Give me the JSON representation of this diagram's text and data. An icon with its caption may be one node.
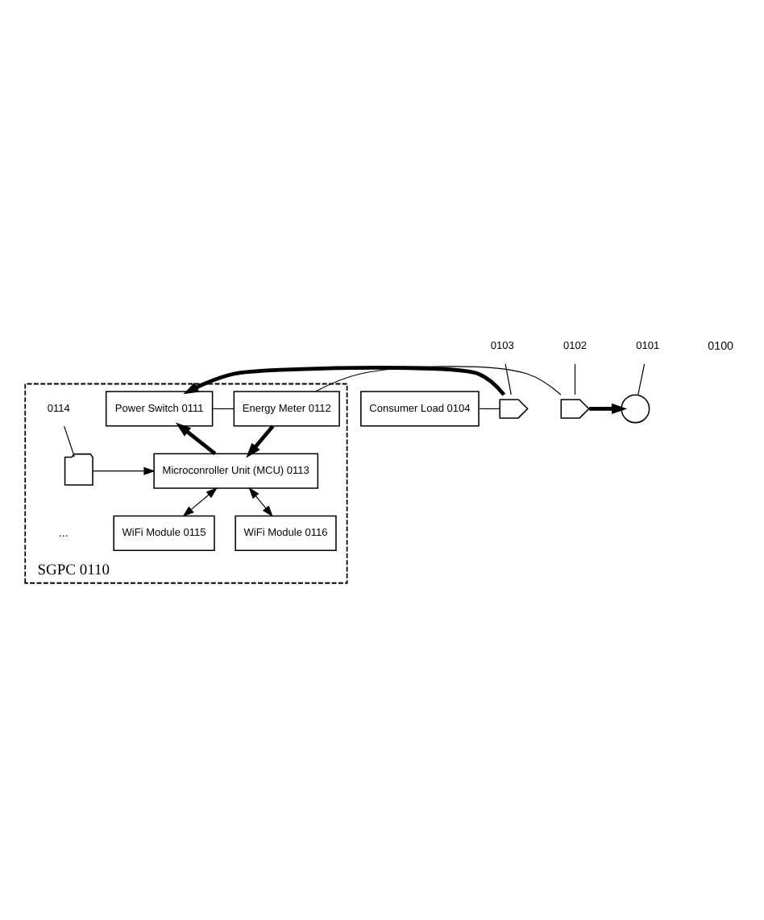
{
  "diagram": {
    "nodes": [
      {
        "text": [
          "SGPC 0110"
        ]
      },
      {
        "text": [
          "Consumer Load 0104"
        ]
      },
      {
        "text": [
          "0103"
        ]
      },
      {
        "text": [],
        "shape": "plug"
      },
      {
        "text": [
          "Power Switch 0111"
        ],
        "in": 0
      },
      {
        "text": [
          "Energy Meter 0112"
        ],
        "in": 0
      },
      {
        "text": [
          "0102"
        ]
      },
      {
        "text": [],
        "shape": "plug"
      },
      {
        "text": [
          "0101"
        ]
      },
      {
        "text": [],
        "shape": "circle"
      },
      {
        "text": [
          "Microconroller Unit (MCU) 0113"
        ],
        "in": 0
      },
      {
        "text": [
          "0114"
        ],
        "in": 0
      },
      {
        "text": [],
        "shape": "disk",
        "in": 0
      },
      {
        "text": [
          "WiFi Module 0115"
        ],
        "in": 0
      },
      {
        "text": [
          "WiFi Module 0116"
        ],
        "in": 0
      }
    ],
    "edges": [
      {
        "from": 2,
        "to": 3,
        "arrow": "none"
      },
      {
        "from": 6,
        "to": 7,
        "arrow": "none"
      },
      {
        "from": 8,
        "to": 9,
        "arrow": "none"
      },
      {
        "from": 1,
        "to": 3,
        "arrow": "none"
      },
      {
        "from": 3,
        "to": 4,
        "arrow": "to",
        "style": "thick"
      },
      {
        "from": 4,
        "to": 5,
        "arrow": "none"
      },
      {
        "from": 5,
        "to": 7,
        "arrow": "none"
      },
      {
        "from": 7,
        "to": 9,
        "arrow": "to",
        "style": "thick"
      },
      {
        "from": 10,
        "to": 4,
        "arrow": "to",
        "style": "thick"
      },
      {
        "from": 5,
        "to": 10,
        "arrow": "to",
        "style": "thick"
      },
      {
        "from": 11,
        "to": 12,
        "arrow": "none"
      },
      {
        "from": 12,
        "to": 10,
        "arrow": "to"
      },
      {
        "from": 10,
        "to": 13,
        "arrow": "both"
      },
      {
        "from": 10,
        "to": 14,
        "arrow": "both"
      }
    ],
    "labels": [
      "0100",
      "..."
    ]
  }
}
